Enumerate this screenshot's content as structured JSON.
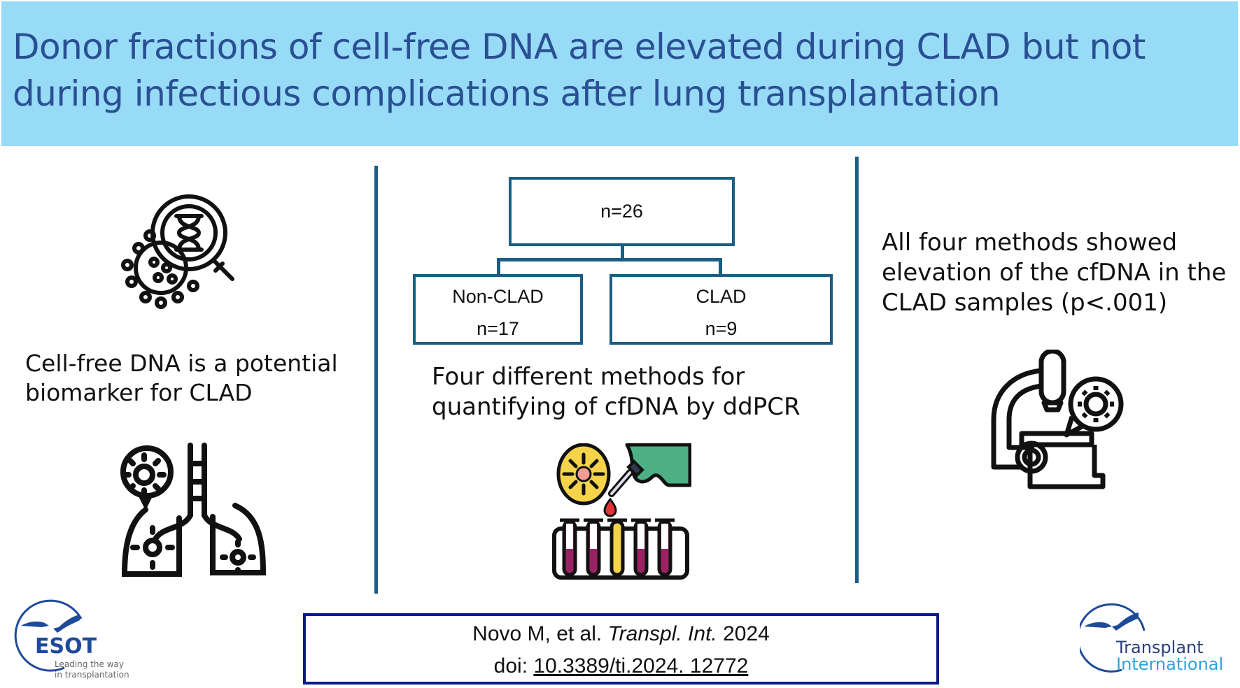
{
  "header": {
    "title_line1": "Donor fractions of cell-free DNA are elevated during CLAD but not",
    "title_line2": "during infectious complications after lung transplantation"
  },
  "left_panel": {
    "text_line1": "Cell-free DNA is a potential",
    "text_line2": "biomarker for CLAD",
    "icons": [
      "dna-magnifier-virus-icon",
      "infected-lungs-icon"
    ]
  },
  "center_panel": {
    "flowchart": {
      "root": {
        "label": "n=26"
      },
      "children": [
        {
          "label": "Non-CLAD",
          "count": "n=17"
        },
        {
          "label": "CLAD",
          "count": "n=9"
        }
      ]
    },
    "text_line1": "Four different methods for",
    "text_line2": "quantifying of cfDNA by ddPCR",
    "icons": [
      "pcr-lab-test-tubes-icon"
    ]
  },
  "right_panel": {
    "text_line1": "All four methods showed",
    "text_line2": "elevation of the cfDNA in the",
    "text_line3": "CLAD samples (p<.001)",
    "icons": [
      "microscope-virus-icon"
    ]
  },
  "citation": {
    "authors": "Novo M, et al. ",
    "journal": "Transpl. Int.",
    "year": " 2024",
    "doi_prefix": "doi: ",
    "doi": "10.3389/ti.2024. 12772"
  },
  "logos": {
    "esot": {
      "name": "ESOT",
      "tagline1": "Leading the way",
      "tagline2": "in transplantation"
    },
    "ti": {
      "line1": "Transplant",
      "line2": "International"
    }
  },
  "colors": {
    "banner_bg": "#97DBF6",
    "title_text": "#2A4F93",
    "divider": "#1B5E84",
    "citation_border": "#0A1A8C",
    "logo_blue": "#1E4A9A",
    "logo_light_blue": "#2FA3DC"
  }
}
